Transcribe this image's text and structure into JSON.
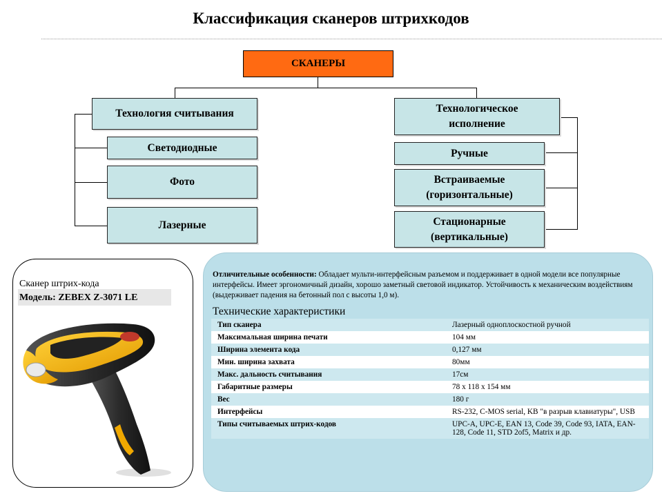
{
  "title": "Классификация сканеров штрихкодов",
  "root": "СКАНЕРЫ",
  "left_branch": {
    "header": "Технология считывания",
    "items": [
      "Светодиодные",
      "Фото",
      "Лазерные"
    ]
  },
  "right_branch": {
    "header_line1": "Технологическое",
    "header_line2": "исполнение",
    "items": [
      {
        "line1": "Ручные",
        "line2": ""
      },
      {
        "line1": "Встраиваемые",
        "line2": "(горизонтальные)"
      },
      {
        "line1": "Стационарные",
        "line2": "(вертикальные)"
      }
    ]
  },
  "scanner": {
    "label": "Сканер штрих-кода",
    "model": "Модель: ZEBEX Z-3071 LE"
  },
  "description": {
    "label": "Отличительные особенности:",
    "text": "Обладает мульти-интерфейсным разъемом и поддерживает в одной модели все популярные интерфейсы. Имеет эргономичный дизайн, хорошо заметный световой индикатор. Устойчивость к механическим воздействиям (выдерживает падения на бетонный пол с высоты 1,0 м)."
  },
  "specs_title": "Технические характеристики",
  "specs": [
    {
      "k": "Тип сканера",
      "v": "Лазерный одноплоскостной ручной"
    },
    {
      "k": "Максимальная ширина печати",
      "v": "104 мм"
    },
    {
      "k": "Ширина элемента кода",
      "v": "0,127 мм"
    },
    {
      "k": "Мин. ширина захвата",
      "v": "80мм"
    },
    {
      "k": "Макс. дальность считывания",
      "v": "17см"
    },
    {
      "k": "Габаритные размеры",
      "v": "78 х 118 х 154 мм"
    },
    {
      "k": "Вес",
      "v": "180 г"
    },
    {
      "k": "Интерфейсы",
      "v": "RS-232, C-MOS serial, KB \"в разрыв клавиатуры\", USB"
    },
    {
      "k": "Типы считываемых штрих-кодов",
      "v": "UPC-A, UPC-E, EAN 13, Code 39, Code 93, IATA, EAN-128, Code 11, STD 2of5, Matrix и др."
    }
  ],
  "colors": {
    "root": "#ff6a12",
    "node": "#c7e5e7",
    "panel": "#bcdfe9",
    "scanner_yellow": "#f5b400"
  }
}
